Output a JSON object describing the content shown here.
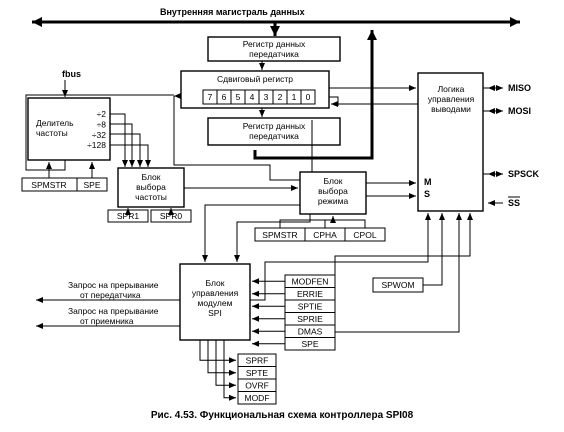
{
  "bus_label": "Внутренняя магистраль данных",
  "tx_data_register": [
    "Регистр данных",
    "передатчика"
  ],
  "shift_register": {
    "label": "Сдвиговый регистр",
    "bits": [
      "7",
      "6",
      "5",
      "4",
      "3",
      "2",
      "1",
      "0"
    ]
  },
  "rx_data_register": [
    "Регистр данных",
    "передатчика"
  ],
  "pin_logic": [
    "Логика",
    "управления",
    "выводами"
  ],
  "pins": {
    "miso": "MISO",
    "mosi": "MOSI",
    "spsck": "SPSCK",
    "ss": "SS"
  },
  "ms_labels": [
    "M",
    "S"
  ],
  "fbus": "fbus",
  "clock_divider": {
    "label": [
      "Делитель",
      "частоты"
    ],
    "outputs": [
      "÷2",
      "÷8",
      "÷32",
      "÷128"
    ]
  },
  "divider_bits": [
    "SPMSTR",
    "SPE"
  ],
  "freq_select": {
    "label": [
      "Блок",
      "выбора",
      "частоты"
    ],
    "bits": [
      "SPR1",
      "SPR0"
    ]
  },
  "mode_select": {
    "label": [
      "Блок",
      "выбора",
      "режима"
    ],
    "bits": [
      "SPMSTR",
      "CPHA",
      "CPOL"
    ]
  },
  "spi_control": {
    "label": [
      "Блок",
      "управления",
      "модулем",
      "SPI"
    ],
    "in_bits": [
      "MODFEN",
      "ERRIE",
      "SPTIE",
      "SPRIE",
      "DMAS",
      "SPE"
    ],
    "out_bits": [
      "SPRF",
      "SPTE",
      "OVRF",
      "MODF"
    ]
  },
  "spwom": "SPWOM",
  "interrupts": {
    "tx": [
      "Запрос на прерывание",
      "от передатчика"
    ],
    "rx": [
      "Запрос на прерывание",
      "от приемника"
    ]
  },
  "caption": "Рис. 4.53. Функциональная схема контроллера SPI08"
}
